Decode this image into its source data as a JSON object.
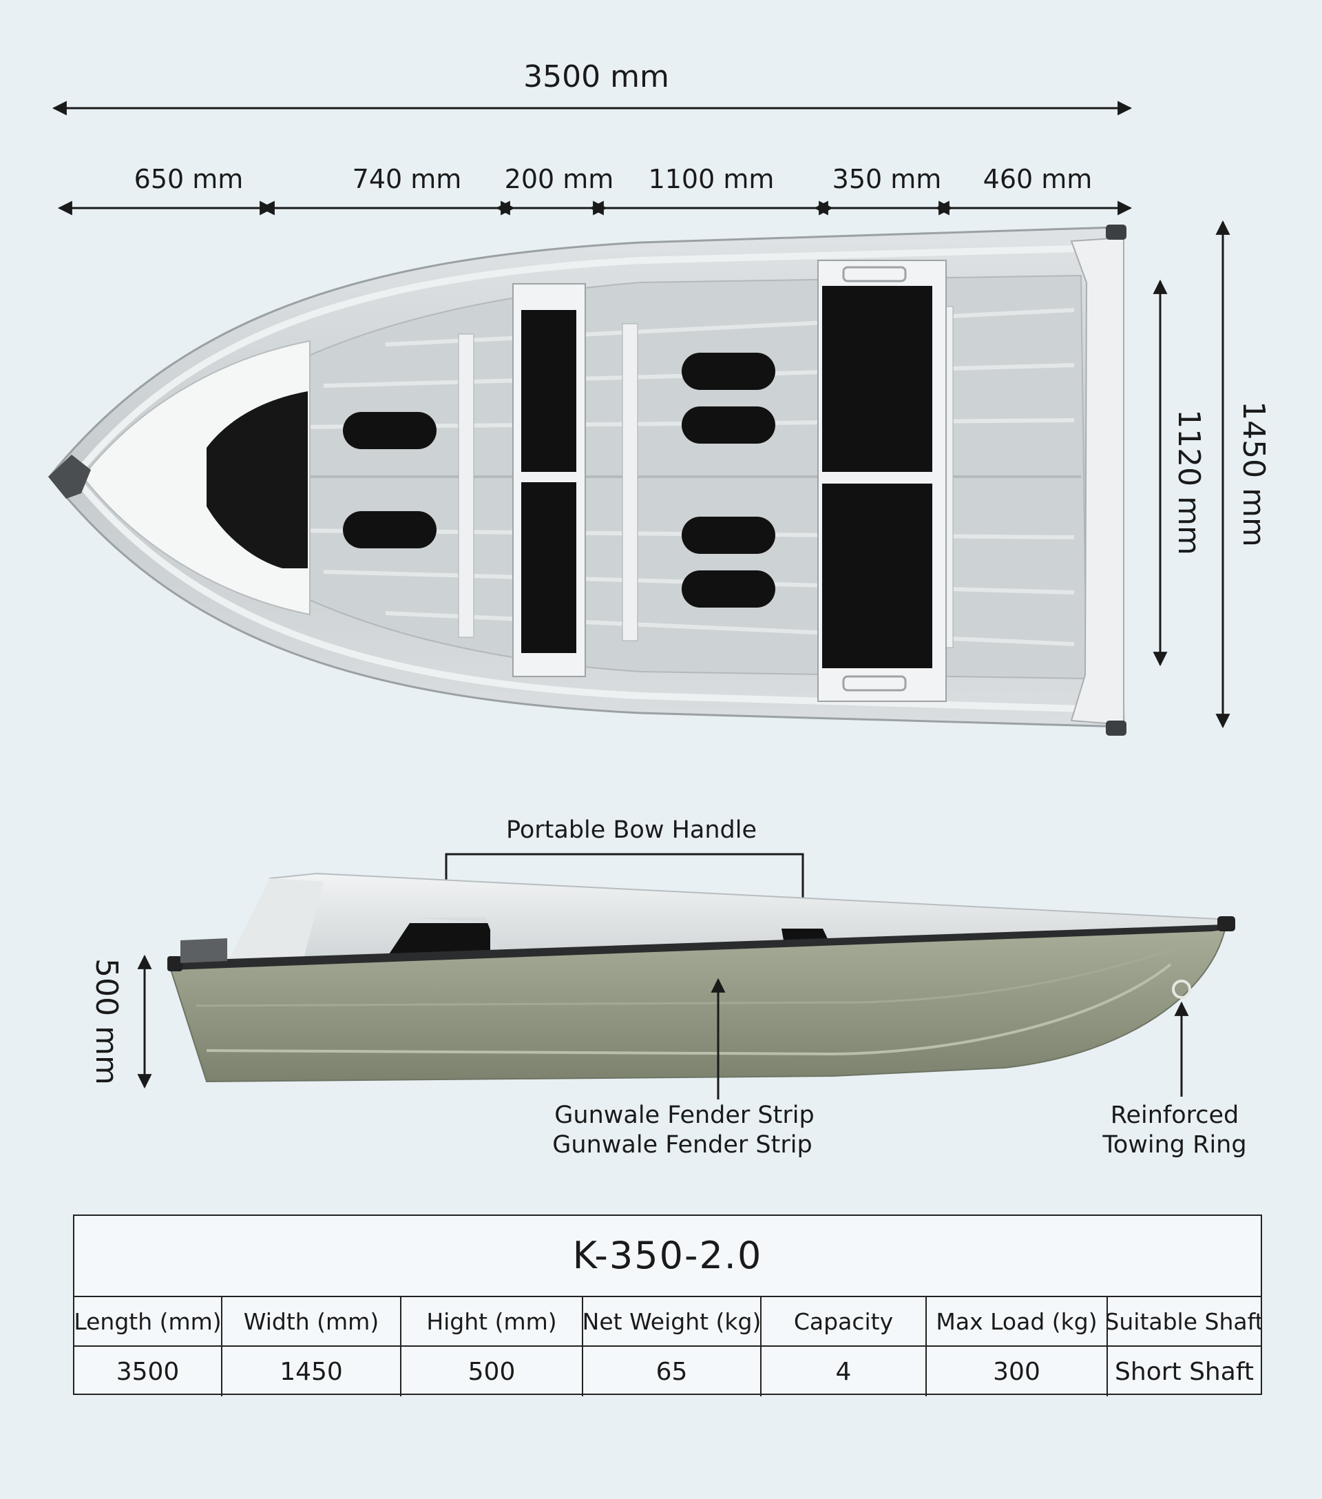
{
  "top_view": {
    "overall_length": "3500 mm",
    "segments": [
      "650 mm",
      "740 mm",
      "200 mm",
      "1100 mm",
      "350 mm",
      "460 mm"
    ],
    "inner_width": "1120 mm",
    "overall_width": "1450 mm"
  },
  "side_view": {
    "height": "500 mm",
    "labels": {
      "bow_handle": "Portable Bow Handle",
      "fender_line1": "Gunwale Fender Strip",
      "fender_line2": "Gunwale Fender Strip",
      "towing_line1": "Reinforced",
      "towing_line2": "Towing Ring"
    }
  },
  "spec_table": {
    "title": "K-350-2.0",
    "headers": [
      "Length (mm)",
      "Width (mm)",
      "Hight (mm)",
      "Net Weight (kg)",
      "Capacity",
      "Max Load (kg)",
      "Suitable Shaft"
    ],
    "values": [
      "3500",
      "1450",
      "500",
      "65",
      "4",
      "300",
      "Short Shaft"
    ]
  },
  "colors": {
    "background": "#e8f0f4",
    "aluminum": "#c4c9cc",
    "seat_pad": "#111111",
    "hull_side": "#8f957f"
  }
}
